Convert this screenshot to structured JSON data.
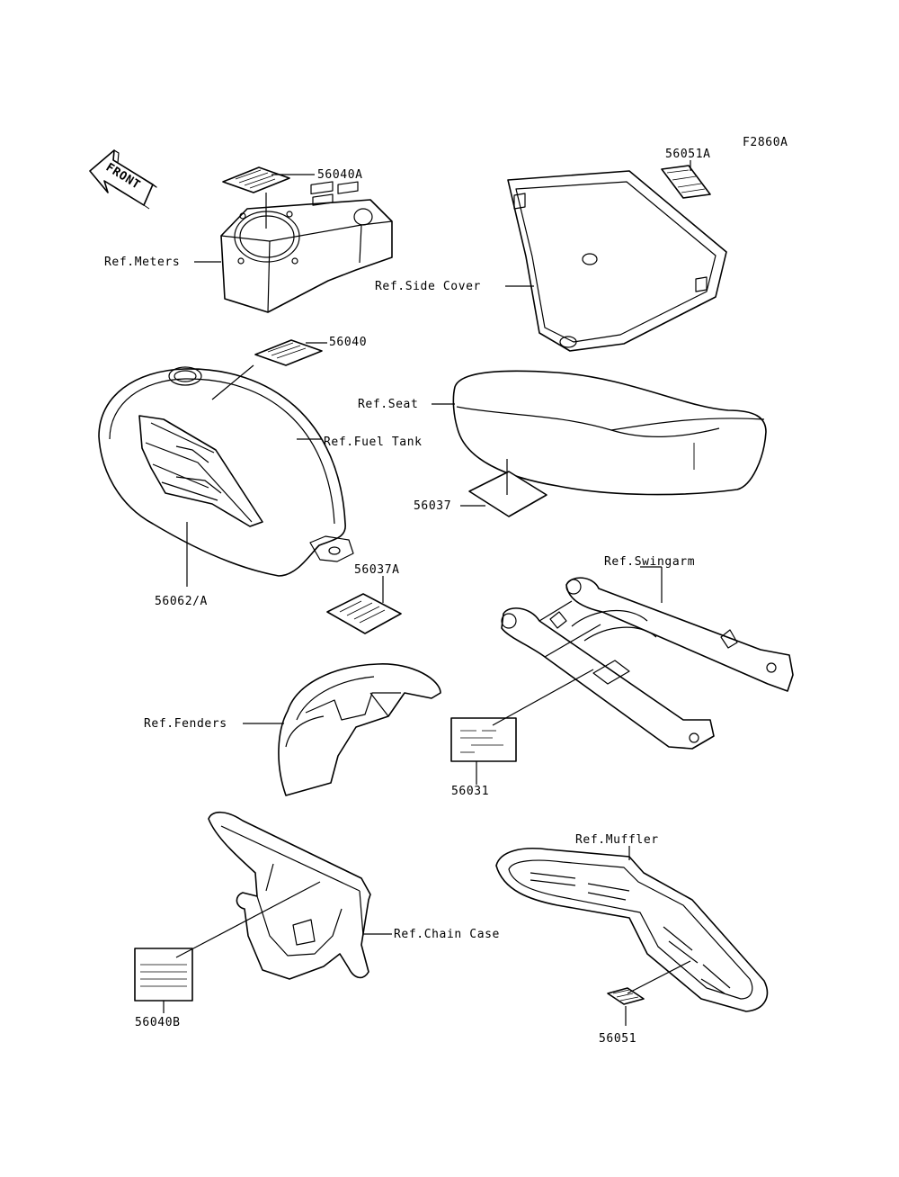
{
  "figure_id": "F2860A",
  "front_arrow": {
    "label": "FRONT",
    "icon": "front-direction-arrow-icon"
  },
  "labels": {
    "p56040A": "56040A",
    "ref_meters": "Ref.Meters",
    "p56051A": "56051A",
    "ref_side_cover": "Ref.Side Cover",
    "p56040": "56040",
    "ref_fuel_tank": "Ref.Fuel Tank",
    "ref_seat": "Ref.Seat",
    "p56037": "56037",
    "p56062A": "56062/A",
    "p56037A": "56037A",
    "ref_swingarm": "Ref.Swingarm",
    "ref_fenders": "Ref.Fenders",
    "p56031": "56031",
    "ref_muffler": "Ref.Muffler",
    "ref_chain_case": "Ref.Chain Case",
    "p56040B": "56040B",
    "p56051": "56051"
  }
}
